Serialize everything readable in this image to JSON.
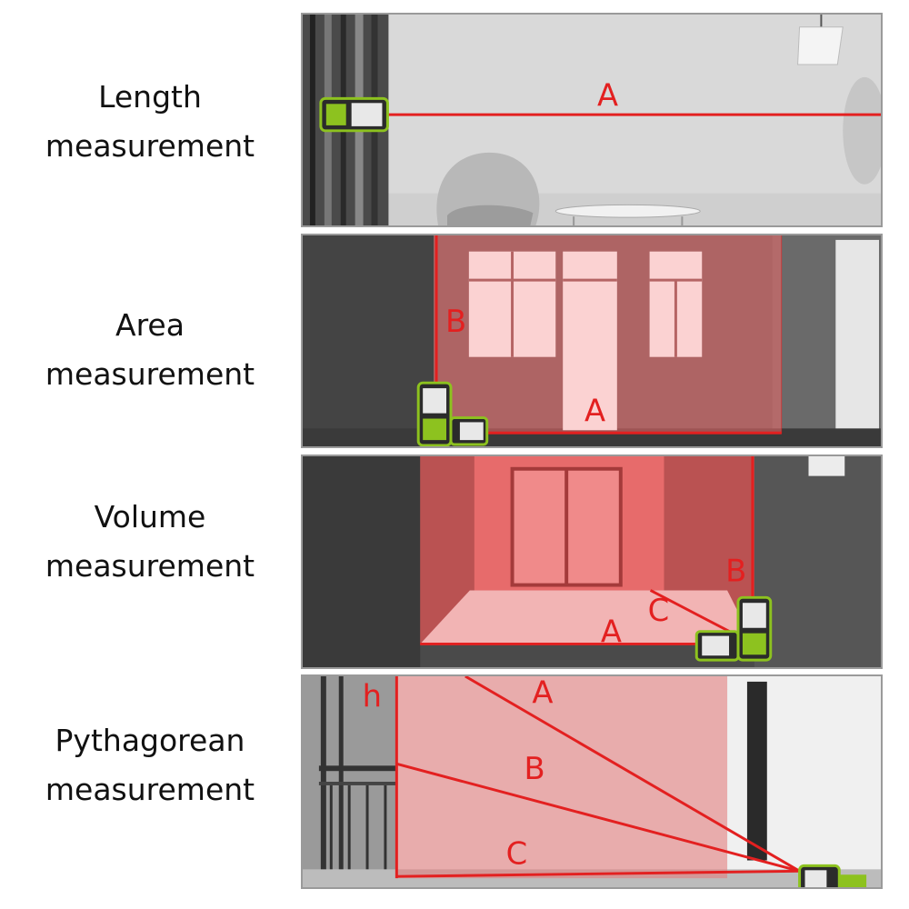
{
  "rows": [
    {
      "label_line1": "Length",
      "label_line2": "measurement",
      "marks": [
        "A"
      ]
    },
    {
      "label_line1": "Area",
      "label_line2": "measurement",
      "marks": [
        "B",
        "A"
      ]
    },
    {
      "label_line1": "Volume",
      "label_line2": "measurement",
      "marks": [
        "B",
        "C",
        "A"
      ]
    },
    {
      "label_line1": "Pythagorean",
      "label_line2": "measurement",
      "marks": [
        "h",
        "A",
        "B",
        "C"
      ]
    }
  ],
  "colors": {
    "laser": "#e32020",
    "device_green": "#8dc21f",
    "overlay": "#f06a6a"
  }
}
